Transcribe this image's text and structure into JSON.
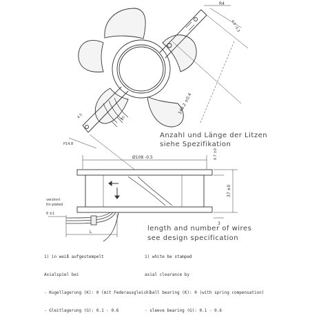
{
  "top_view": {
    "dim_r4": "R4",
    "dim_tab_width": "4.5 -0.3",
    "dim_centre": "20",
    "dim_diagonal": "148.2 ±0.4",
    "dim_slot": "4.5",
    "dim_corner": "P14.8"
  },
  "note_strands": {
    "line1": "Anzahl und Länge der Litzen",
    "line2": "siehe Spezifikation"
  },
  "side_view": {
    "dim_diameter": "Ø108 -0.5",
    "dim_flange": "0.7 ±0",
    "dim_height": "37 ±0",
    "dim_bottom": "3",
    "dim_length": "L",
    "tinned_de": "verzinnt",
    "tinned_en": "tin-plated",
    "tinned_len": "6 ±1"
  },
  "note_wires": {
    "line1": "length and number of wires",
    "line2": "see design specification"
  },
  "footnote_de": {
    "l1": "1) in weiß aufgestempelt",
    "l2": "Axialspiel bei",
    "l3": "- Kugellagerung (K): 0 (mit Federausgleich)",
    "l4": "- Gleitlagerung (G): 0.1 - 0.6"
  },
  "footnote_en": {
    "l1": "1) white be stamped",
    "l2": "axial clearance by",
    "l3": "- ball bearing (K): 0 (with spring compensation)",
    "l4": "- sleeve bearing (G): 0.1 - 0.6"
  }
}
